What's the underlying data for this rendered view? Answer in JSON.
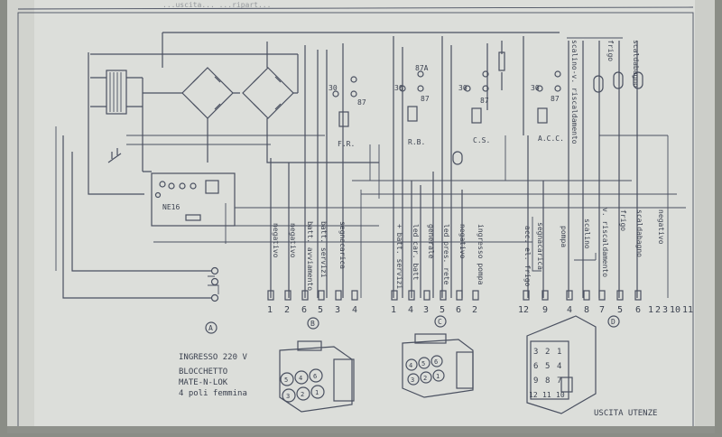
{
  "colors": {
    "paper": "#dfe1dc",
    "ink": "#3c4250",
    "shadow": "#7b7f78"
  },
  "header_text": "...uscita... ...ripart...",
  "relays": [
    {
      "label": "F.R.",
      "c30": "30",
      "c87": "87",
      "c87a": ""
    },
    {
      "label": "R.B.",
      "c30": "30",
      "c87": "87",
      "c87a": "87A"
    },
    {
      "label": "C.S.",
      "c30": "30",
      "c87": "87",
      "c87a": ""
    },
    {
      "label": "A.C.C.",
      "c30": "30",
      "c87": "87",
      "c87a": ""
    }
  ],
  "top_right_labels": [
    "scalino-v. riscaldamento",
    "frigo",
    "scaldabagno"
  ],
  "module_label": "NE16",
  "group_b_labels": [
    "negativo",
    "negativo",
    "batt. avviamento",
    "batt. servizi",
    "segnacarica"
  ],
  "group_c_labels": [
    "+ batt. servizi",
    "led car. batt",
    "generale",
    "led pres. rete",
    "negativo",
    "ingresso pompa"
  ],
  "group_d_labels": [
    "acc. el. frigo",
    "segnacarica",
    "pompa",
    "scalino",
    "v. riscaldamento",
    "frigo",
    "scaldabagno",
    "negativo"
  ],
  "pins_b": [
    "1",
    "2",
    "6",
    "5",
    "3",
    "4"
  ],
  "pins_c": [
    "1",
    "4",
    "3",
    "5",
    "6",
    "2"
  ],
  "pins_d": [
    "12",
    "9",
    "4",
    "8",
    "7",
    "5",
    "6",
    "1",
    "2",
    "3",
    "10",
    "11"
  ],
  "section_letters": [
    "A",
    "B",
    "C",
    "D"
  ],
  "input_note": [
    "INGRESSO 220 V",
    "BLOCCHETTO",
    "MATE-N-LOK",
    "4 poli femmina"
  ],
  "conn_b_pins": [
    "5",
    "4",
    "6",
    "3",
    "2",
    "1"
  ],
  "conn_c_pins": [
    "4",
    "5",
    "6",
    "3",
    "2",
    "1"
  ],
  "conn_d_pins": [
    "3",
    "2",
    "1",
    "6",
    "5",
    "4",
    "9",
    "8",
    "7",
    "12",
    "11",
    "10"
  ],
  "output_label": "USCITA UTENZE"
}
